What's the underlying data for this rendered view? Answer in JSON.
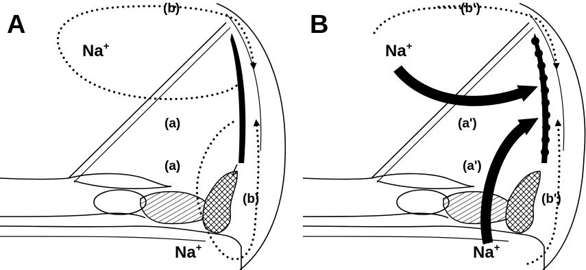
{
  "panels": [
    {
      "letter": "A",
      "ion_top": "Na",
      "ion_bottom": "Na",
      "ion_charge": "+",
      "label_top": "(b)",
      "label_upper_mid": "(a)",
      "label_lower_mid": "(a)",
      "label_right": "(b)"
    },
    {
      "letter": "B",
      "ion_top": "Na",
      "ion_bottom": "Na",
      "ion_charge": "+",
      "label_top": "(b')",
      "label_upper_mid": "(a')",
      "label_lower_mid": "(a')",
      "label_right": "(b')"
    }
  ],
  "colors": {
    "ink": "#000000",
    "background": "#ffffff"
  }
}
